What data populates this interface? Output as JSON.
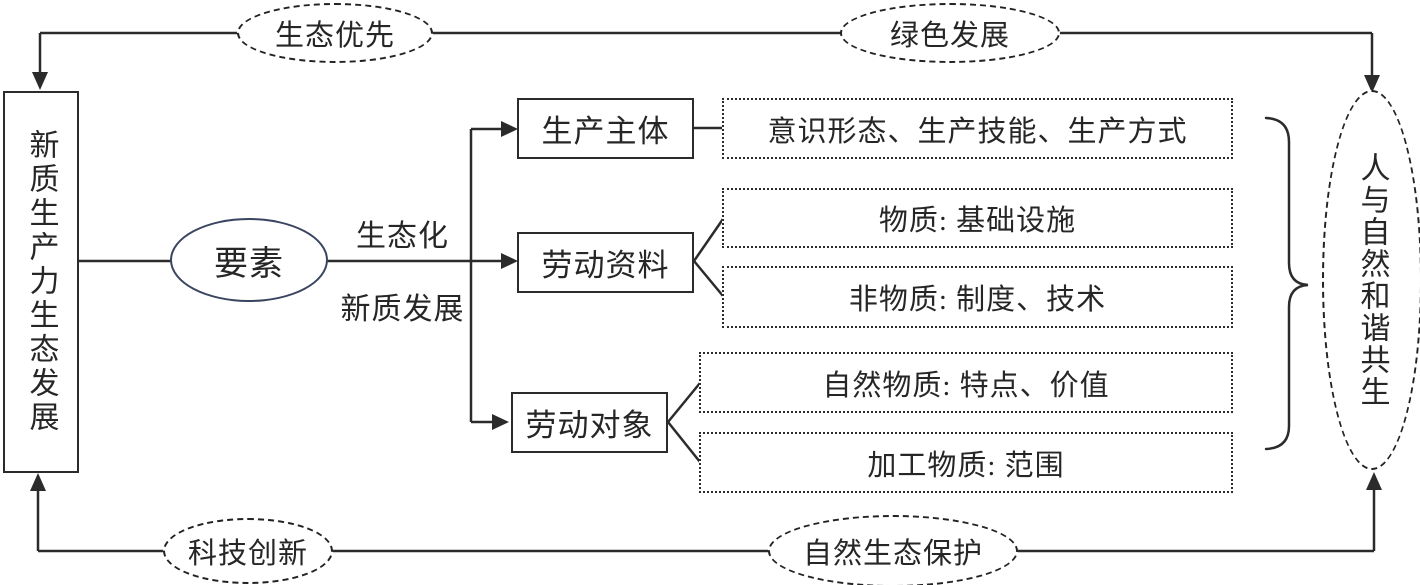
{
  "diagram": {
    "source_node": {
      "label": "新质生产力生态发展"
    },
    "elements_node": {
      "label": "要素"
    },
    "edge_labels": {
      "top": "生态化",
      "bottom": "新质发展"
    },
    "factor_boxes": [
      {
        "label": "生产主体"
      },
      {
        "label": "劳动资料"
      },
      {
        "label": "劳动对象"
      }
    ],
    "detail_boxes": [
      {
        "label": "意识形态、生产技能、生产方式"
      },
      {
        "label": "物质: 基础设施"
      },
      {
        "label": "非物质: 制度、技术"
      },
      {
        "label": "自然物质: 特点、价值"
      },
      {
        "label": "加工物质: 范围"
      }
    ],
    "goal_node": {
      "label": "人与自然和谐共生"
    },
    "principle_nodes": {
      "top_left": {
        "label": "生态优先"
      },
      "top_right": {
        "label": "绿色发展"
      },
      "bottom_left": {
        "label": "科技创新"
      },
      "bottom_right": {
        "label": "自然生态保护"
      }
    },
    "colors": {
      "line": "#2b2b2b",
      "text": "#262626",
      "elements_ellipse_border": "#3a4560",
      "dashed_border": "#222222",
      "background": "#ffffff"
    }
  }
}
